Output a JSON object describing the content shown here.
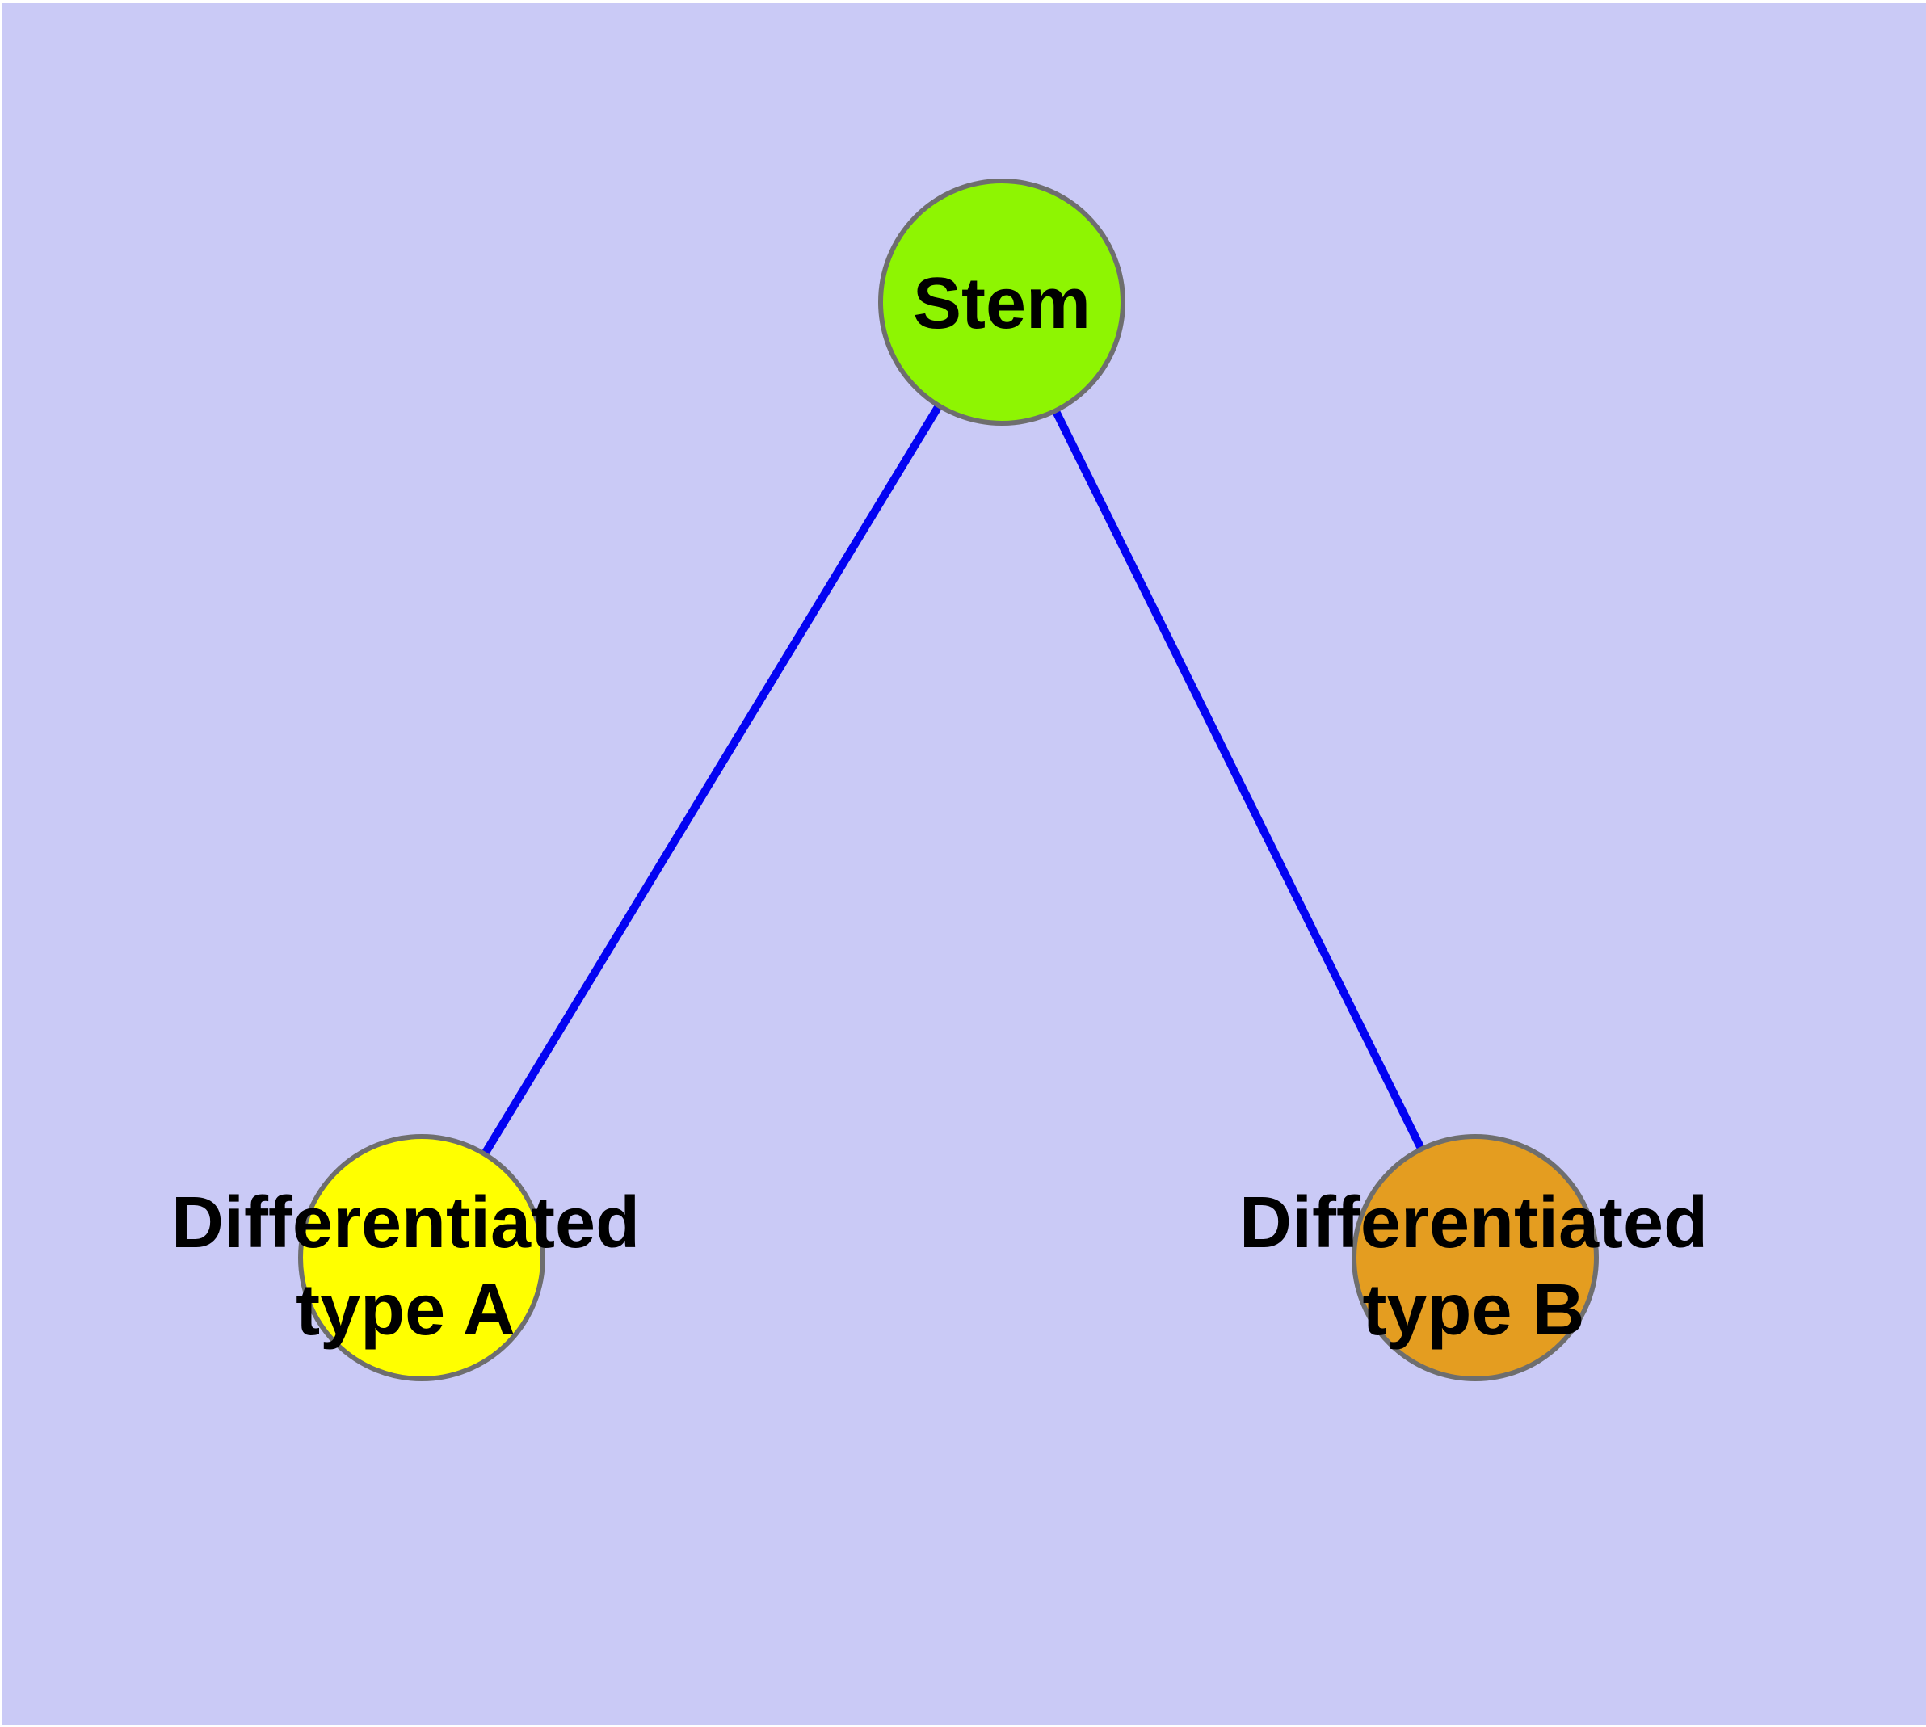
{
  "graph": {
    "background": "#CACAF6",
    "nodes": [
      {
        "id": "stem",
        "label": "Stem",
        "fill": "#8EF502",
        "border": "#6E6E6E"
      },
      {
        "id": "differentiated-type-a",
        "label": "Differentiated\ntype A",
        "fill": "#FFFF00",
        "border": "#6E6E6E"
      },
      {
        "id": "differentiated-type-b",
        "label": "Differentiated\ntype B",
        "fill": "#E49D20",
        "border": "#6E6E6E"
      }
    ],
    "edges": [
      {
        "from": "stem",
        "to": "differentiated-type-a",
        "color": "#0303F2"
      },
      {
        "from": "stem",
        "to": "differentiated-type-b",
        "color": "#0303F2"
      }
    ]
  }
}
